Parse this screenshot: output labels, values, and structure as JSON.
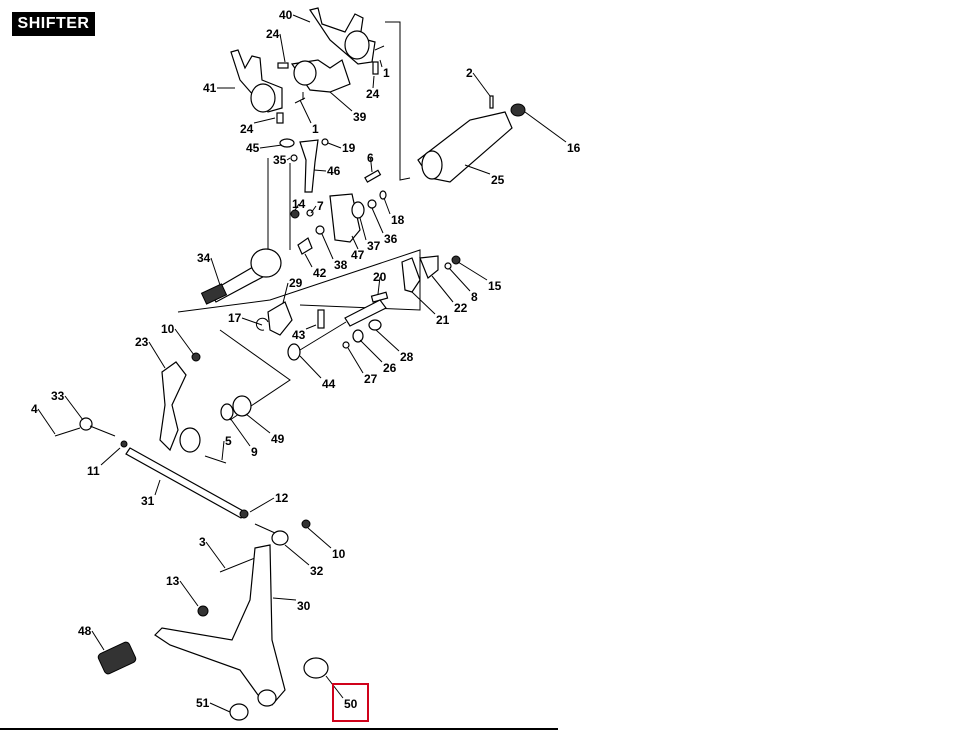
{
  "title": "SHIFTER",
  "highlight_color": "#d0021b",
  "highlighted_callout": "50",
  "callouts": [
    "40",
    "24",
    "1",
    "41",
    "24",
    "39",
    "24",
    "1",
    "2",
    "16",
    "45",
    "35",
    "19",
    "6",
    "46",
    "25",
    "14",
    "7",
    "18",
    "47",
    "37",
    "36",
    "34",
    "42",
    "38",
    "29",
    "20",
    "15",
    "8",
    "22",
    "21",
    "17",
    "43",
    "28",
    "10",
    "23",
    "44",
    "27",
    "26",
    "33",
    "4",
    "49",
    "9",
    "5",
    "11",
    "31",
    "12",
    "3",
    "10",
    "32",
    "13",
    "30",
    "48",
    "50",
    "51"
  ]
}
